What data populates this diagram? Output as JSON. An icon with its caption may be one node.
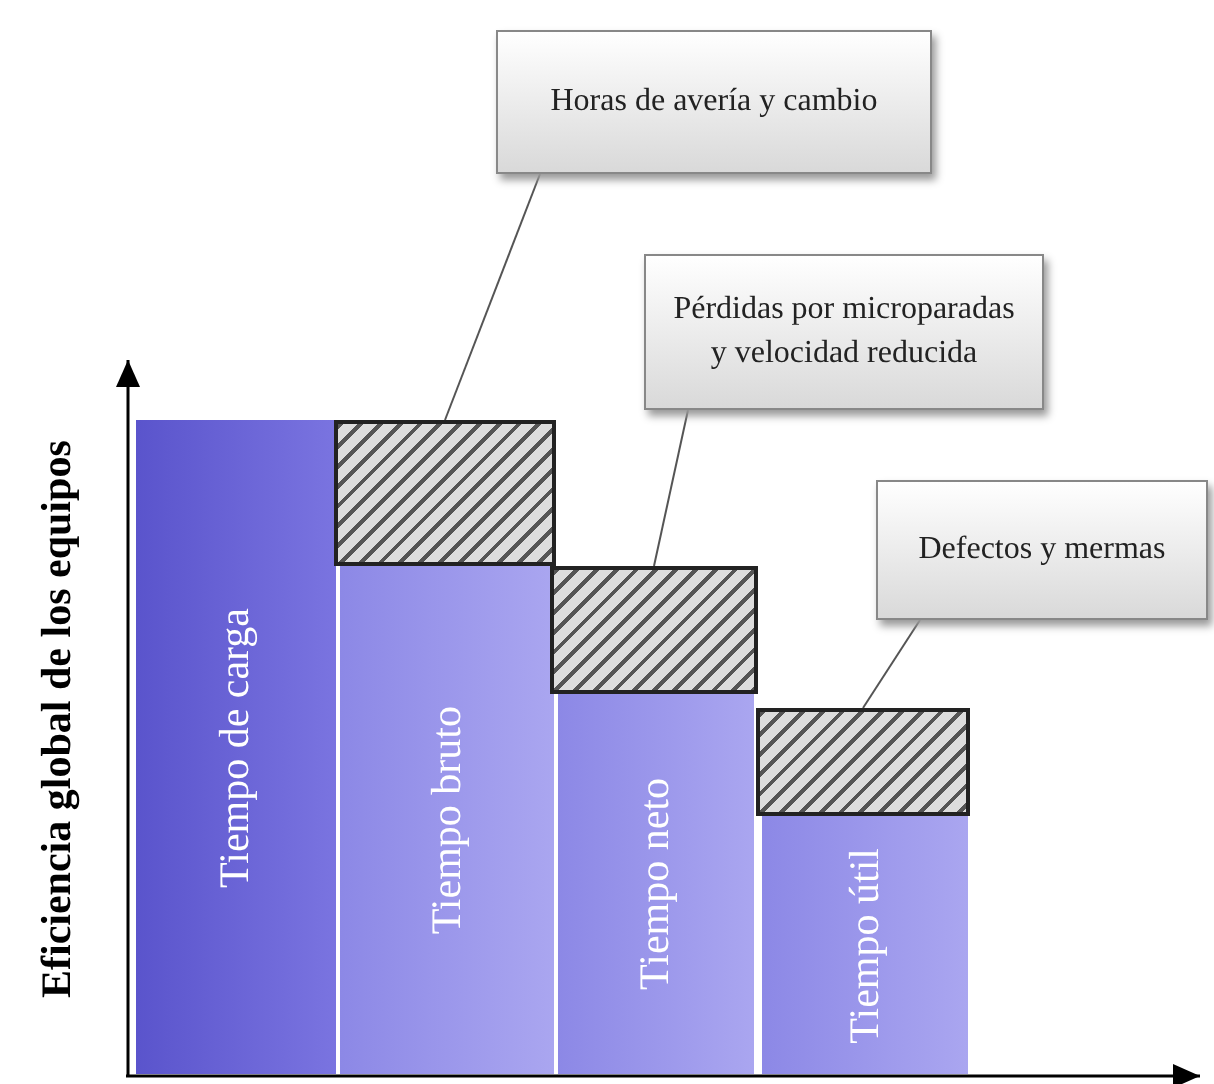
{
  "diagram": {
    "nodes": [
      {
        "text": [
          "Tiempo de carga"
        ]
      },
      {
        "text": [
          "Tiempo bruto"
        ]
      },
      {
        "text": [
          "Tiempo neto"
        ]
      },
      {
        "text": [
          "Tiempo útil"
        ]
      },
      {
        "text": [],
        "shape": "box"
      },
      {
        "text": [],
        "shape": "box"
      },
      {
        "text": [],
        "shape": "box"
      },
      {
        "text": [
          "Horas de avería y cambio"
        ]
      },
      {
        "text": [
          "Pérdidas por microparadas y velocidad reducida"
        ]
      },
      {
        "text": [
          "Defectos y mermas"
        ]
      }
    ],
    "edges": [
      {
        "from": 7,
        "to": 4,
        "arrow": "none"
      },
      {
        "from": 8,
        "to": 5,
        "arrow": "none"
      },
      {
        "from": 9,
        "to": 6,
        "arrow": "none"
      }
    ],
    "labels": [
      "Eficiencia global de los equipos"
    ]
  }
}
